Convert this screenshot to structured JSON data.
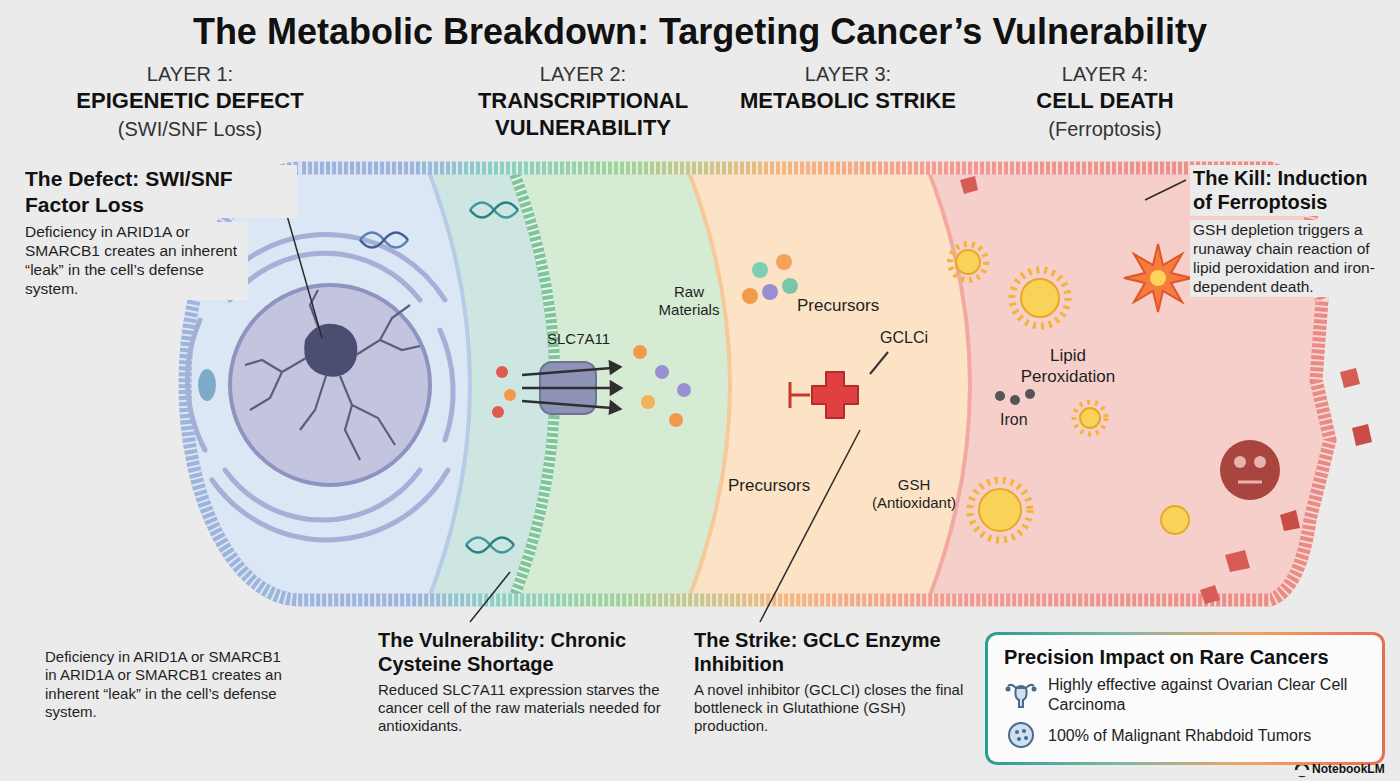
{
  "diagram": {
    "title": "The Metabolic Breakdown: Targeting Cancer’s Vulnerability",
    "nodes": [
      {
        "text": [
          "LAYER 1:",
          "EPIGENETIC DEFECT",
          "(SWI/SNF Loss)"
        ]
      },
      {
        "text": [
          "LAYER 2:",
          "TRANSCRIPTIONAL VULNERABILITY"
        ]
      },
      {
        "text": [
          "LAYER 3:",
          "METABOLIC STRIKE"
        ]
      },
      {
        "text": [
          "LAYER 4:",
          "CELL DEATH",
          "(Ferroptosis)"
        ]
      },
      {
        "text": [
          "Precision Impact on Rare Cancers"
        ]
      }
    ],
    "labels": [
      "The Defect: SWI/SNF Factor Loss",
      "Deficiency in ARID1A or SMARCB1 creates an inherent “leak” in the cell’s defense system.",
      "SLC7A11",
      "Raw Materials",
      "Precursors",
      "GCLCi",
      "Lipid Peroxidation",
      "Iron",
      "Precursors",
      "GSH (Antioxidant)",
      "The Kill: Induction of Ferroptosis",
      "GSH depletion triggers a runaway chain reaction of lipid peroxidation and iron-dependent death.",
      "Deficiency in ARID1A or SMARCB1 in ARID1A or SMARCB1 creates an inherent “leak” in the cell’s defense system.",
      "The Vulnerability: Chronic Cysteine Shortage",
      "Reduced SLC7A11 expression starves the cancer cell of the raw materials needed for antioxidants.",
      "The Strike: GCLC Enzyme Inhibition",
      "A novel inhibitor (GCLCI) closes the final bottleneck in Glutathione (GSH) production.",
      "NotebookLM"
    ],
    "legend": [
      {
        "text": "Highly effective against Ovarian Clear Cell Carcinoma"
      },
      {
        "text": "100% of Malignant Rhabdoid Tumors"
      }
    ]
  }
}
